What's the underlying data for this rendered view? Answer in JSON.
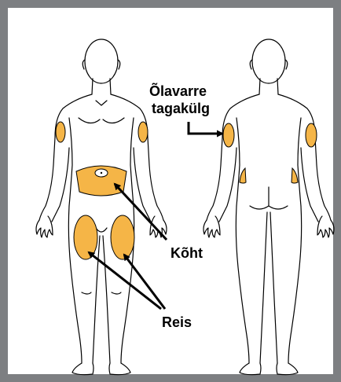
{
  "labels": {
    "upper_arm_back_line1": "Õlavarre",
    "upper_arm_back_line2": "tagakülg",
    "abdomen": "Kõht",
    "thigh": "Reis"
  },
  "colors": {
    "frame": "#7d7f82",
    "injection_site_fill": "#f5b547",
    "outline": "#000000"
  },
  "figures": [
    "front-view-figure",
    "back-view-figure"
  ],
  "icons": [
    "arrow-icon",
    "bracket-arrow-icon"
  ]
}
